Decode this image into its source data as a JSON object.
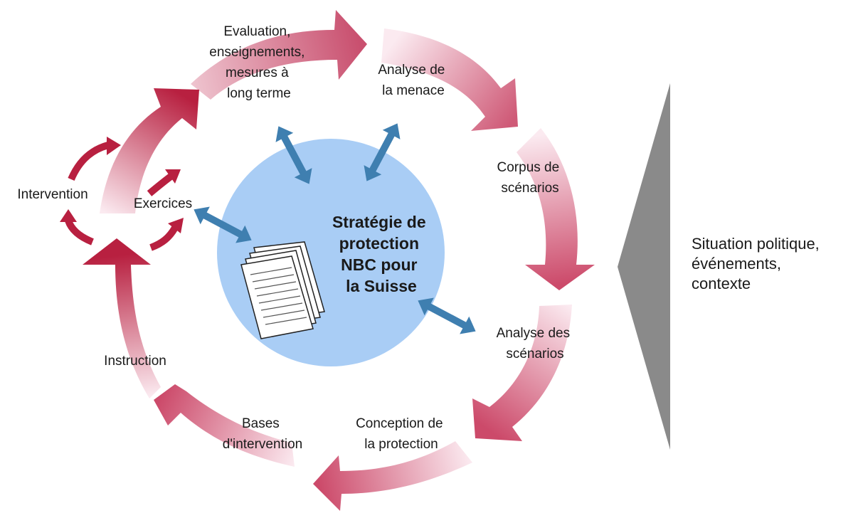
{
  "colors": {
    "cycle_arrow": "#cc4a6a",
    "cycle_arrow_dark": "#b82040",
    "center_circle": "#a9cdf5",
    "link_arrow": "#3f7fb0",
    "context_triangle": "#8a8a8a"
  },
  "center": {
    "lines": [
      "Stratégie de",
      "protection",
      "NBC pour",
      "la Suisse"
    ],
    "icon": "document-stack-icon"
  },
  "steps": {
    "evaluation": [
      "Evaluation,",
      "enseignements,",
      "mesures à",
      "long terme"
    ],
    "menace": [
      "Analyse de",
      "la menace"
    ],
    "corpus": [
      "Corpus de",
      "scénarios"
    ],
    "analyse_scenarios": [
      "Analyse des",
      "scénarios"
    ],
    "conception": [
      "Conception de",
      "la protection"
    ],
    "bases": [
      "Bases",
      "d'intervention"
    ],
    "instruction": [
      "Instruction"
    ],
    "intervention": [
      "Intervention"
    ],
    "exercices": [
      "Exercices"
    ]
  },
  "context": {
    "lines": [
      "Situation politique,",
      "événements,",
      "contexte"
    ]
  }
}
